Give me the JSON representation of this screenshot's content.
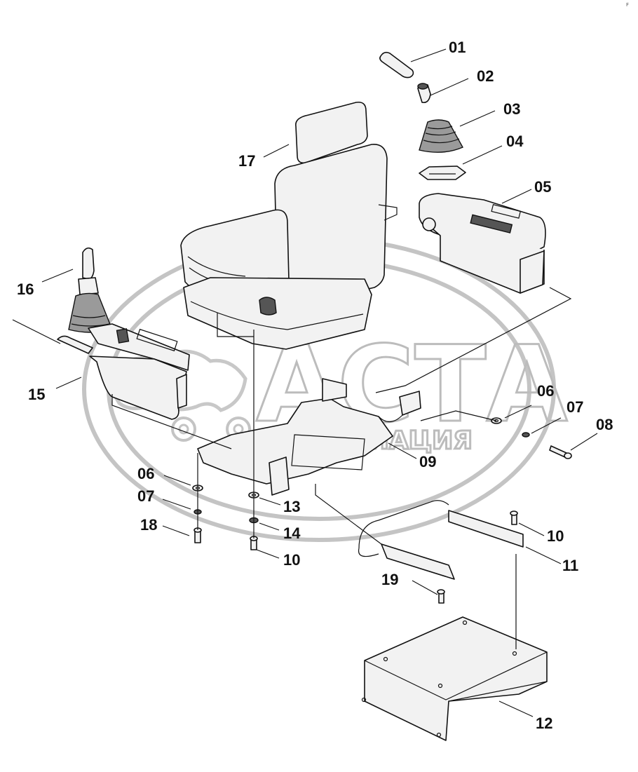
{
  "watermark": {
    "word": "АСТА",
    "subtitle": "АССОЦИАЦИЯ"
  },
  "corner_mark": "F",
  "labels": {
    "l01": "01",
    "l02": "02",
    "l03": "03",
    "l04": "04",
    "l05": "05",
    "l06a": "06",
    "l07a": "07",
    "l08": "08",
    "l09": "09",
    "l06b": "06",
    "l07b": "07",
    "l18": "18",
    "l13": "13",
    "l14": "14",
    "l10a": "10",
    "l10b": "10",
    "l11": "11",
    "l12": "12",
    "l15": "15",
    "l16": "16",
    "l17": "17",
    "l19": "19"
  },
  "colors": {
    "line": "#111111",
    "watermark": "#c4c4c4"
  }
}
